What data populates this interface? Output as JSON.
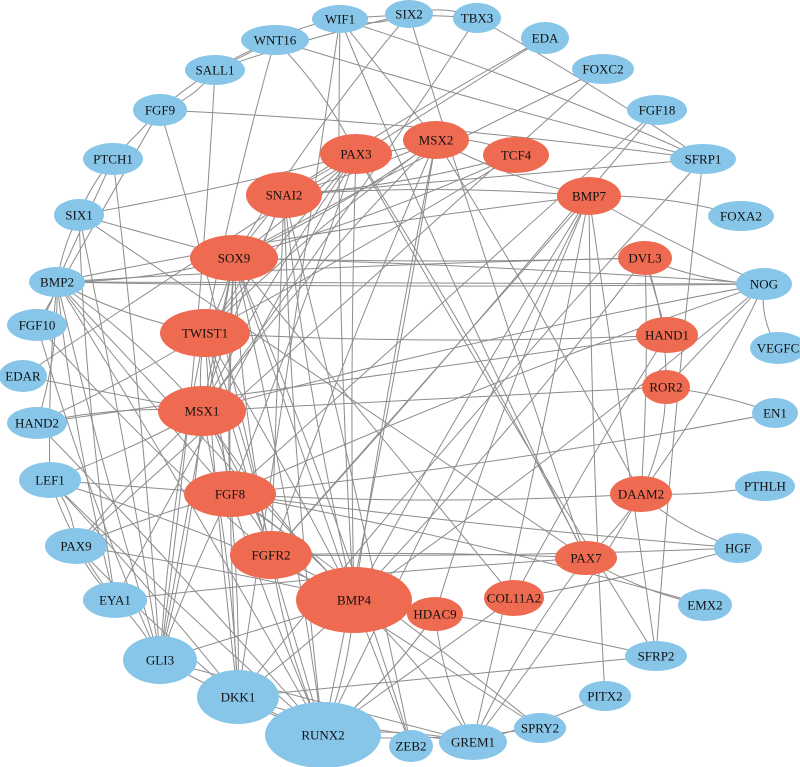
{
  "colors": {
    "hub": "#EE6A50",
    "periphery": "#87C6E8",
    "edge": "#8C8C8C"
  },
  "nodes": [
    {
      "id": "WIF1",
      "group": "periphery"
    },
    {
      "id": "SIX2",
      "group": "periphery"
    },
    {
      "id": "TBX3",
      "group": "periphery"
    },
    {
      "id": "WNT16",
      "group": "periphery"
    },
    {
      "id": "EDA",
      "group": "periphery"
    },
    {
      "id": "SALL1",
      "group": "periphery"
    },
    {
      "id": "FOXC2",
      "group": "periphery"
    },
    {
      "id": "FGF9",
      "group": "periphery"
    },
    {
      "id": "FGF18",
      "group": "periphery"
    },
    {
      "id": "PAX3",
      "group": "hub"
    },
    {
      "id": "MSX2",
      "group": "hub"
    },
    {
      "id": "TCF4",
      "group": "hub"
    },
    {
      "id": "PTCH1",
      "group": "periphery"
    },
    {
      "id": "SFRP1",
      "group": "periphery"
    },
    {
      "id": "SNAI2",
      "group": "hub"
    },
    {
      "id": "BMP7",
      "group": "hub"
    },
    {
      "id": "SIX1",
      "group": "periphery"
    },
    {
      "id": "FOXA2",
      "group": "periphery"
    },
    {
      "id": "SOX9",
      "group": "hub"
    },
    {
      "id": "DVL3",
      "group": "hub"
    },
    {
      "id": "BMP2",
      "group": "periphery"
    },
    {
      "id": "NOG",
      "group": "periphery"
    },
    {
      "id": "FGF10",
      "group": "periphery"
    },
    {
      "id": "TWIST1",
      "group": "hub"
    },
    {
      "id": "HAND1",
      "group": "hub"
    },
    {
      "id": "VEGFC",
      "group": "periphery"
    },
    {
      "id": "EDAR",
      "group": "periphery"
    },
    {
      "id": "HAND2",
      "group": "periphery"
    },
    {
      "id": "MSX1",
      "group": "hub"
    },
    {
      "id": "ROR2",
      "group": "hub"
    },
    {
      "id": "EN1",
      "group": "periphery"
    },
    {
      "id": "LEF1",
      "group": "periphery"
    },
    {
      "id": "PTHLH",
      "group": "periphery"
    },
    {
      "id": "FGF8",
      "group": "hub"
    },
    {
      "id": "DAAM2",
      "group": "hub"
    },
    {
      "id": "PAX9",
      "group": "periphery"
    },
    {
      "id": "HGF",
      "group": "periphery"
    },
    {
      "id": "FGFR2",
      "group": "hub"
    },
    {
      "id": "PAX7",
      "group": "hub"
    },
    {
      "id": "EYA1",
      "group": "periphery"
    },
    {
      "id": "BMP4",
      "group": "hub"
    },
    {
      "id": "COL11A2",
      "group": "hub"
    },
    {
      "id": "EMX2",
      "group": "periphery"
    },
    {
      "id": "HDAC9",
      "group": "hub"
    },
    {
      "id": "GLI3",
      "group": "periphery"
    },
    {
      "id": "SFRP2",
      "group": "periphery"
    },
    {
      "id": "DKK1",
      "group": "periphery"
    },
    {
      "id": "PITX2",
      "group": "periphery"
    },
    {
      "id": "SPRY2",
      "group": "periphery"
    },
    {
      "id": "RUNX2",
      "group": "periphery"
    },
    {
      "id": "ZEB2",
      "group": "periphery"
    },
    {
      "id": "GREM1",
      "group": "periphery"
    }
  ],
  "edges": [
    [
      "BMP4",
      "RUNX2"
    ],
    [
      "BMP4",
      "DKK1"
    ],
    [
      "BMP4",
      "GLI3"
    ],
    [
      "BMP4",
      "FGFR2"
    ],
    [
      "BMP4",
      "FGF8"
    ],
    [
      "BMP4",
      "MSX1"
    ],
    [
      "BMP4",
      "MSX2"
    ],
    [
      "BMP4",
      "SOX9"
    ],
    [
      "BMP4",
      "TWIST1"
    ],
    [
      "BMP4",
      "NOG"
    ],
    [
      "BMP4",
      "GREM1"
    ],
    [
      "BMP4",
      "BMP7"
    ],
    [
      "BMP4",
      "BMP2"
    ],
    [
      "BMP4",
      "PAX9"
    ],
    [
      "BMP4",
      "LEF1"
    ],
    [
      "BMP4",
      "SNAI2"
    ],
    [
      "BMP4",
      "PAX3"
    ],
    [
      "BMP4",
      "ZEB2"
    ],
    [
      "BMP4",
      "HDAC9"
    ],
    [
      "BMP4",
      "DVL3"
    ],
    [
      "BMP4",
      "WIF1"
    ],
    [
      "BMP4",
      "SFRP2"
    ],
    [
      "RUNX2",
      "TWIST1"
    ],
    [
      "RUNX2",
      "MSX2"
    ],
    [
      "RUNX2",
      "SOX9"
    ],
    [
      "RUNX2",
      "FGFR2"
    ],
    [
      "RUNX2",
      "GLI3"
    ],
    [
      "RUNX2",
      "DKK1"
    ],
    [
      "RUNX2",
      "BMP2"
    ],
    [
      "RUNX2",
      "HDAC9"
    ],
    [
      "RUNX2",
      "SNAI2"
    ],
    [
      "RUNX2",
      "LEF1"
    ],
    [
      "RUNX2",
      "BMP7"
    ],
    [
      "RUNX2",
      "HAND2"
    ],
    [
      "RUNX2",
      "SPRY2"
    ],
    [
      "RUNX2",
      "GREM1"
    ],
    [
      "RUNX2",
      "FGF8"
    ],
    [
      "RUNX2",
      "COL11A2"
    ],
    [
      "DKK1",
      "LEF1"
    ],
    [
      "DKK1",
      "MSX1"
    ],
    [
      "DKK1",
      "SOX9"
    ],
    [
      "DKK1",
      "TWIST1"
    ],
    [
      "DKK1",
      "WIF1"
    ],
    [
      "DKK1",
      "FGF8"
    ],
    [
      "DKK1",
      "GREM1"
    ],
    [
      "DKK1",
      "SFRP1"
    ],
    [
      "DKK1",
      "PAX9"
    ],
    [
      "DKK1",
      "SFRP2"
    ],
    [
      "GLI3",
      "PTCH1"
    ],
    [
      "GLI3",
      "MSX1"
    ],
    [
      "GLI3",
      "TWIST1"
    ],
    [
      "GLI3",
      "FGF8"
    ],
    [
      "GLI3",
      "SOX9"
    ],
    [
      "GLI3",
      "EYA1"
    ],
    [
      "GLI3",
      "SALL1"
    ],
    [
      "GLI3",
      "FGF10"
    ],
    [
      "GLI3",
      "BMP2"
    ],
    [
      "GLI3",
      "GREM1"
    ],
    [
      "GLI3",
      "SIX1"
    ],
    [
      "FGF8",
      "MSX1"
    ],
    [
      "FGF8",
      "FGFR2"
    ],
    [
      "FGF8",
      "SOX9"
    ],
    [
      "FGF8",
      "TWIST1"
    ],
    [
      "FGF8",
      "PAX3"
    ],
    [
      "FGF8",
      "DAAM2"
    ],
    [
      "FGF8",
      "EMX2"
    ],
    [
      "FGF8",
      "SPRY2"
    ],
    [
      "FGF8",
      "FGF18"
    ],
    [
      "FGF8",
      "HGF"
    ],
    [
      "FGF8",
      "EN1"
    ],
    [
      "FGF8",
      "NOG"
    ],
    [
      "FGF8",
      "BMP2"
    ],
    [
      "FGF8",
      "LEF1"
    ],
    [
      "FGF8",
      "PAX9"
    ],
    [
      "FGFR2",
      "TWIST1"
    ],
    [
      "FGFR2",
      "SOX9"
    ],
    [
      "FGFR2",
      "MSX2"
    ],
    [
      "FGFR2",
      "SNAI2"
    ],
    [
      "FGFR2",
      "FGF18"
    ],
    [
      "FGFR2",
      "FGF9"
    ],
    [
      "FGFR2",
      "FGF10"
    ],
    [
      "FGFR2",
      "PAX7"
    ],
    [
      "FGFR2",
      "BMP7"
    ],
    [
      "FGFR2",
      "HGF"
    ],
    [
      "FGFR2",
      "MSX1"
    ],
    [
      "MSX1",
      "MSX2"
    ],
    [
      "MSX1",
      "TWIST1"
    ],
    [
      "MSX1",
      "SOX9"
    ],
    [
      "MSX1",
      "PAX9"
    ],
    [
      "MSX1",
      "BMP2"
    ],
    [
      "MSX1",
      "NOG"
    ],
    [
      "MSX1",
      "LEF1"
    ],
    [
      "MSX1",
      "EDAR"
    ],
    [
      "MSX1",
      "TBX3"
    ],
    [
      "MSX1",
      "HAND2"
    ],
    [
      "MSX1",
      "PAX3"
    ],
    [
      "MSX1",
      "SNAI2"
    ],
    [
      "MSX1",
      "ROR2"
    ],
    [
      "TWIST1",
      "SOX9"
    ],
    [
      "TWIST1",
      "SNAI2"
    ],
    [
      "TWIST1",
      "MSX2"
    ],
    [
      "TWIST1",
      "HAND2"
    ],
    [
      "TWIST1",
      "PAX3"
    ],
    [
      "TWIST1",
      "TCF4"
    ],
    [
      "TWIST1",
      "HAND1"
    ],
    [
      "TWIST1",
      "BMP2"
    ],
    [
      "TWIST1",
      "WNT16"
    ],
    [
      "SOX9",
      "SNAI2"
    ],
    [
      "SOX9",
      "PAX3"
    ],
    [
      "SOX9",
      "MSX2"
    ],
    [
      "SOX9",
      "BMP2"
    ],
    [
      "SOX9",
      "NOG"
    ],
    [
      "SOX9",
      "SIX1"
    ],
    [
      "SOX9",
      "DVL3"
    ],
    [
      "SOX9",
      "TCF4"
    ],
    [
      "SOX9",
      "SIX2"
    ],
    [
      "SOX9",
      "FOXC2"
    ],
    [
      "SNAI2",
      "PAX3"
    ],
    [
      "SNAI2",
      "MSX2"
    ],
    [
      "SNAI2",
      "TCF4"
    ],
    [
      "SNAI2",
      "BMP7"
    ],
    [
      "SNAI2",
      "EDA"
    ],
    [
      "SNAI2",
      "SFRP1"
    ],
    [
      "PAX3",
      "MSX2"
    ],
    [
      "PAX3",
      "WNT16"
    ],
    [
      "PAX3",
      "PAX7"
    ],
    [
      "PAX3",
      "SIX1"
    ],
    [
      "PAX3",
      "EYA1"
    ],
    [
      "PAX3",
      "SFRP2"
    ],
    [
      "MSX2",
      "BMP7"
    ],
    [
      "MSX2",
      "TCF4"
    ],
    [
      "MSX2",
      "DAAM2"
    ],
    [
      "MSX2",
      "WIF1"
    ],
    [
      "BMP7",
      "NOG"
    ],
    [
      "BMP7",
      "BMP2"
    ],
    [
      "BMP7",
      "FOXA2"
    ],
    [
      "BMP7",
      "GREM1"
    ],
    [
      "BMP7",
      "SFRP2"
    ],
    [
      "BMP7",
      "PITX2"
    ],
    [
      "BMP7",
      "HDAC9"
    ],
    [
      "DVL3",
      "ROR2"
    ],
    [
      "DVL3",
      "DAAM2"
    ],
    [
      "DVL3",
      "HAND1"
    ],
    [
      "DVL3",
      "BMP2"
    ],
    [
      "DVL3",
      "NOG"
    ],
    [
      "ROR2",
      "DAAM2"
    ],
    [
      "ROR2",
      "EN1"
    ],
    [
      "ROR2",
      "NOG"
    ],
    [
      "DAAM2",
      "PTHLH"
    ],
    [
      "DAAM2",
      "HGF"
    ],
    [
      "DAAM2",
      "GREM1"
    ],
    [
      "DAAM2",
      "PAX7"
    ],
    [
      "HAND1",
      "HAND2"
    ],
    [
      "HAND1",
      "COL11A2"
    ],
    [
      "NOG",
      "VEGFC"
    ],
    [
      "NOG",
      "DAAM2"
    ],
    [
      "NOG",
      "BMP2"
    ],
    [
      "PAX7",
      "SIX1"
    ],
    [
      "PAX7",
      "EYA1"
    ],
    [
      "PAX7",
      "GREM1"
    ],
    [
      "PAX7",
      "WIF1"
    ],
    [
      "PAX7",
      "SIX2"
    ],
    [
      "COL11A2",
      "SOX9"
    ],
    [
      "COL11A2",
      "HGF"
    ],
    [
      "HDAC9",
      "GREM1"
    ],
    [
      "HDAC9",
      "RUNX2"
    ],
    [
      "BMP2",
      "SIX1"
    ],
    [
      "BMP2",
      "PTCH1"
    ],
    [
      "BMP2",
      "LEF1"
    ],
    [
      "BMP2",
      "EYA1"
    ],
    [
      "BMP2",
      "HAND2"
    ],
    [
      "BMP2",
      "FGF10"
    ],
    [
      "BMP2",
      "NOG"
    ],
    [
      "WIF1",
      "WNT16"
    ],
    [
      "WIF1",
      "SIX2"
    ],
    [
      "WIF1",
      "SFRP1"
    ],
    [
      "WIF1",
      "TBX3"
    ],
    [
      "WNT16",
      "SALL1"
    ],
    [
      "WNT16",
      "SFRP1"
    ],
    [
      "WNT16",
      "FGF9"
    ],
    [
      "SALL1",
      "FGF9"
    ],
    [
      "SALL1",
      "SIX2"
    ],
    [
      "PTCH1",
      "FGF9"
    ],
    [
      "PTCH1",
      "SIX1"
    ],
    [
      "SIX1",
      "EYA1"
    ],
    [
      "SIX2",
      "TBX3"
    ],
    [
      "TBX3",
      "SFRP1"
    ],
    [
      "FOXC2",
      "PAX9"
    ],
    [
      "EDA",
      "EDAR"
    ],
    [
      "LEF1",
      "EYA1"
    ],
    [
      "LEF1",
      "PAX9"
    ],
    [
      "EYA1",
      "PAX9"
    ],
    [
      "FGF10",
      "FGF9"
    ],
    [
      "SFRP1",
      "SFRP2"
    ],
    [
      "SFRP1",
      "FGF9"
    ],
    [
      "EMX2",
      "PAX7"
    ],
    [
      "PITX2",
      "GREM1"
    ],
    [
      "SPRY2",
      "FGFR2"
    ],
    [
      "ZEB2",
      "SNAI2"
    ],
    [
      "ZEB2",
      "SOX9"
    ]
  ]
}
